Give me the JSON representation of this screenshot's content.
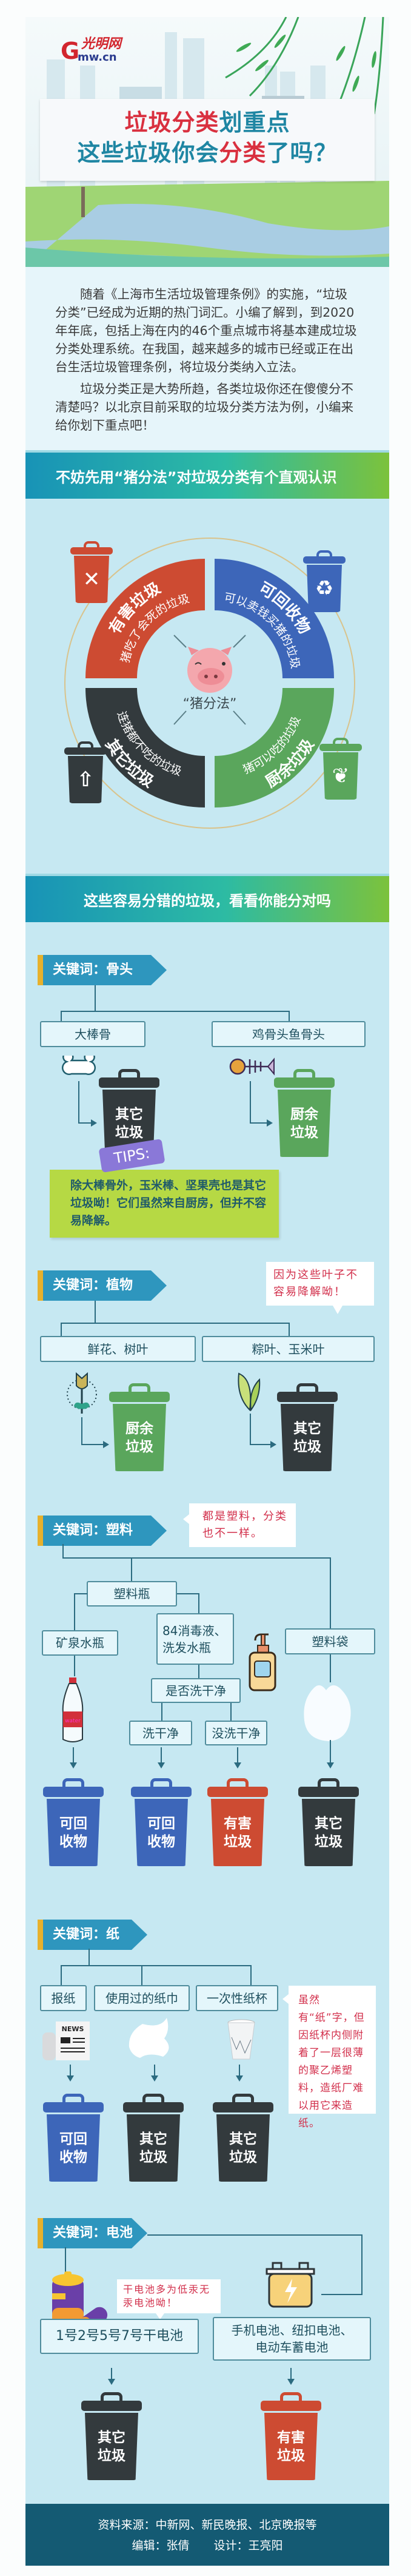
{
  "colors": {
    "accent_red": "#d9303f",
    "accent_teal": "#1f86a3",
    "bins": {
      "other": "#333a3d",
      "kitchen": "#5aa65c",
      "recyclable": "#3d66b9",
      "hazardous": "#cd4b32"
    }
  },
  "logo": {
    "cn": "光明网",
    "g": "G",
    "en": "mw.cn"
  },
  "title": {
    "line1_a": "垃圾分类",
    "line1_b": "划重点",
    "line2_a": "这些垃圾你会",
    "line2_b": "分类",
    "line2_c": "了吗？"
  },
  "intro": {
    "p1": "随着《上海市生活垃圾管理条例》的实施，“垃圾分类”已经成为近期的热门词汇。小编了解到，到2020年年底，包括上海在内的46个重点城市将基本建成垃圾分类处理系统。在我国，越来越多的城市已经或正在出台生活垃圾管理条例，将垃圾分类纳入立法。",
    "p2": "垃圾分类正是大势所趋，各类垃圾你还在傻傻分不清楚吗？以北京目前采取的垃圾分类方法为例，小编来给你划下重点吧！"
  },
  "banners": {
    "pig_method": "不妨先用“猪分法”对垃圾分类有个直观认识",
    "easy_mistakes": "这些容易分错的垃圾，看看你能分对吗"
  },
  "pig_method": {
    "center_label": "“猪分法”",
    "hazardous": {
      "title": "有害垃圾",
      "desc": "猪吃了会死的垃圾",
      "icon": "no-fish-icon"
    },
    "recyclable": {
      "title": "可回收物",
      "desc": "可以卖钱买猪的垃圾",
      "icon": "recycle-icon"
    },
    "other": {
      "title": "其它垃圾",
      "desc": "连猪都不吃的垃圾",
      "icon": "arrow-tree-icon"
    },
    "kitchen": {
      "title": "厨余垃圾",
      "desc": "猪可以吃的垃圾",
      "icon": "food-waste-icon"
    }
  },
  "sections": {
    "bones": {
      "tag": "关键词：骨头",
      "items": [
        {
          "label": "大棒骨",
          "bin": "其它垃圾",
          "icon": "bone-icon"
        },
        {
          "label": "鸡骨头鱼骨头",
          "bin": "厨余垃圾",
          "icon": "fish-bone-icon"
        }
      ],
      "tips_label": "TIPS:",
      "tip": "除大棒骨外，玉米棒、坚果壳也是其它垃圾呦！它们虽然来自厨房，但并不容易降解。"
    },
    "plants": {
      "tag": "关键词：植物",
      "note": "因为这些叶子不容易降解呦！",
      "items": [
        {
          "label": "鲜花、树叶",
          "bin": "厨余垃圾",
          "icon": "flower-icon"
        },
        {
          "label": "粽叶、玉米叶",
          "bin": "其它垃圾",
          "icon": "leaf-icon"
        }
      ]
    },
    "plastic": {
      "tag": "关键词：塑料",
      "note": "都是塑料，分类也不一样。",
      "bottle": "塑料瓶",
      "mineral_water": "矿泉水瓶",
      "disinfectant_lines": [
        "84消毒液、",
        "洗发水瓶"
      ],
      "washed_question": "是否洗干净",
      "washed": "洗干净",
      "not_washed": "没洗干净",
      "bag": "塑料袋",
      "bottle_brand": "water",
      "bins": [
        "可回收物",
        "可回收物",
        "有害垃圾",
        "其它垃圾"
      ]
    },
    "paper": {
      "tag": "关键词：纸",
      "items": [
        {
          "label": "报纸",
          "bin": "可回收物",
          "icon": "newspaper-icon"
        },
        {
          "label": "使用过的纸巾",
          "bin": "其它垃圾",
          "icon": "tissue-icon"
        },
        {
          "label": "一次性纸杯",
          "bin": "其它垃圾",
          "icon": "paper-cup-icon"
        }
      ],
      "newspaper_text": "NEWS",
      "note": "虽然有“纸”字，但因纸杯内侧附着了一层很薄的聚乙烯塑料，造纸厂难以用它来造纸。"
    },
    "battery": {
      "tag": "关键词：电池",
      "note": "干电池多为低汞无汞电池呦！",
      "dry": {
        "label": "1号2号5号7号干电池",
        "bin": "其它垃圾"
      },
      "other_lines": [
        "手机电池、纽扣电池、",
        "电动车蓄电池"
      ],
      "other_bin": "有害垃圾"
    }
  },
  "footer": {
    "source": "资料来源：中新网、新民晚报、北京晚报等",
    "editor": "编辑：张倩",
    "designer": "设计：王亮阳"
  }
}
